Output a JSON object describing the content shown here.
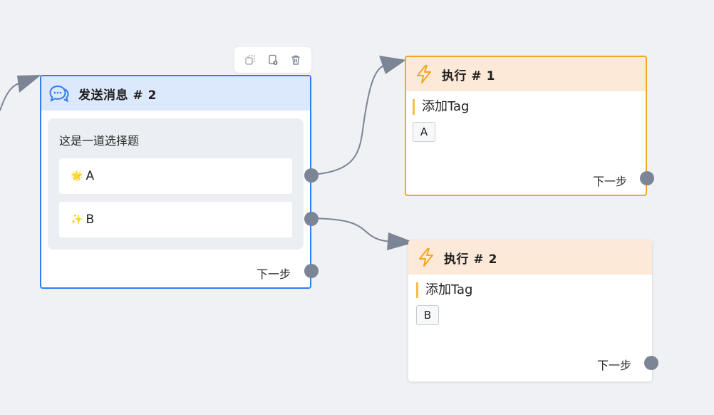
{
  "colors": {
    "canvas_bg": "#f0f1f4",
    "message_accent": "#2f7cf3",
    "message_header_bg": "#dce8fc",
    "execute_accent": "#f5a623",
    "execute_header_bg": "#fde9d8",
    "port": "#7c8595",
    "edge": "#7c8595"
  },
  "toolbar": {
    "buttons": [
      {
        "icon": "copy-icon",
        "action": "copy"
      },
      {
        "icon": "duplicate-icon",
        "action": "duplicate"
      },
      {
        "icon": "trash-icon",
        "action": "delete"
      }
    ]
  },
  "message_node": {
    "icon": "chat-bubble-icon",
    "title": "发送消息 # 2",
    "question": "这是一道选择题",
    "options": [
      {
        "emoji": "🌟",
        "label": "A"
      },
      {
        "emoji": "✨",
        "label": "B"
      }
    ],
    "next_label": "下一步"
  },
  "execute_nodes": [
    {
      "icon": "lightning-icon",
      "title": "执行 # 1",
      "action": "添加Tag",
      "tag": "A",
      "next_label": "下一步",
      "selected": true
    },
    {
      "icon": "lightning-icon",
      "title": "执行 # 2",
      "action": "添加Tag",
      "tag": "B",
      "next_label": "下一步",
      "selected": false
    }
  ]
}
